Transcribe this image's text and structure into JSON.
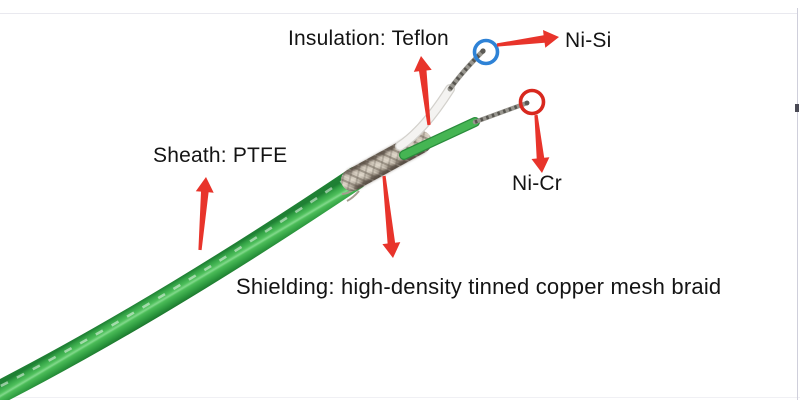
{
  "diagram": {
    "labels": {
      "insulation": "Insulation: Teflon",
      "ni_si": "Ni-Si",
      "sheath": "Sheath: PTFE",
      "ni_cr": "Ni-Cr",
      "shielding": "Shielding: high-density tinned copper mesh braid"
    }
  },
  "colors": {
    "background": "#ffffff",
    "label_text": "#141414",
    "arrow_red": "#e8342b",
    "circle_blue": "#2e82d6",
    "circle_red": "#d8281e",
    "cable_green": "#3fb351",
    "braid_silver": "#b3a99c",
    "wire_white": "#f4f3f1",
    "conductor_gray": "#98968f"
  }
}
